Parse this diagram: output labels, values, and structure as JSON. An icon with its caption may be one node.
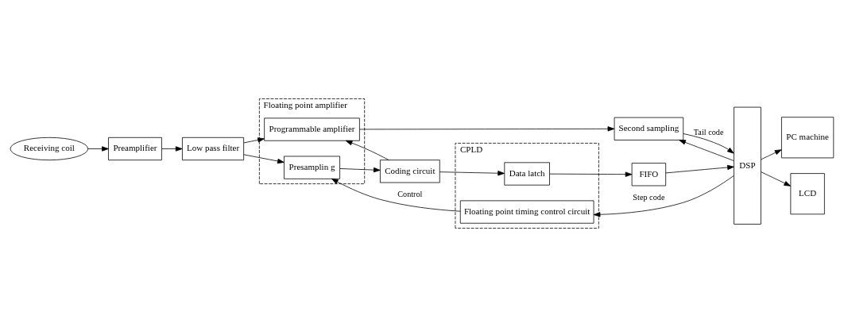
{
  "diagram": {
    "nodes": [
      {
        "text": [
          "Receiving coil"
        ]
      },
      {
        "text": [
          "Preamplifier"
        ]
      },
      {
        "text": [
          "Low pass filter"
        ]
      },
      {
        "text": [
          "Floating point amplifier"
        ]
      },
      {
        "text": [
          "Programmable amplifier"
        ],
        "in": 3
      },
      {
        "text": [
          "Presamplin g"
        ],
        "in": 3
      },
      {
        "text": [
          "CPLD"
        ]
      },
      {
        "text": [
          "Coding circuit"
        ]
      },
      {
        "text": [
          "Data latch"
        ],
        "in": 6
      },
      {
        "text": [
          "Floating point timing control circuit"
        ],
        "in": 6
      },
      {
        "text": [
          "Second sampling"
        ]
      },
      {
        "text": [
          "FIFO"
        ]
      },
      {
        "text": [
          "DSP"
        ]
      },
      {
        "text": [
          "PC machine"
        ]
      },
      {
        "text": [
          "LCD"
        ]
      }
    ],
    "edges": [
      {
        "from": 0,
        "to": 1,
        "arrow": "to"
      },
      {
        "from": 1,
        "to": 2,
        "arrow": "to"
      },
      {
        "from": 2,
        "to": 4,
        "arrow": "to"
      },
      {
        "from": 2,
        "to": 5,
        "arrow": "to"
      },
      {
        "from": 5,
        "to": 7,
        "arrow": "to"
      },
      {
        "from": 7,
        "to": 8,
        "arrow": "to"
      },
      {
        "from": 7,
        "to": 4,
        "arrow": "to"
      },
      {
        "from": 4,
        "to": 10,
        "arrow": "to"
      },
      {
        "from": 10,
        "to": 12,
        "arrow": "to",
        "label": "Tail code"
      },
      {
        "from": 12,
        "to": 10,
        "arrow": "to"
      },
      {
        "from": 8,
        "to": 11,
        "arrow": "to"
      },
      {
        "from": 11,
        "to": 12,
        "arrow": "to"
      },
      {
        "from": 12,
        "to": 13,
        "arrow": "to"
      },
      {
        "from": 12,
        "to": 14,
        "arrow": "to"
      },
      {
        "from": 12,
        "to": 9,
        "arrow": "to",
        "label": "Step code"
      },
      {
        "from": 9,
        "to": 5,
        "arrow": "to",
        "label": "Control"
      }
    ]
  }
}
